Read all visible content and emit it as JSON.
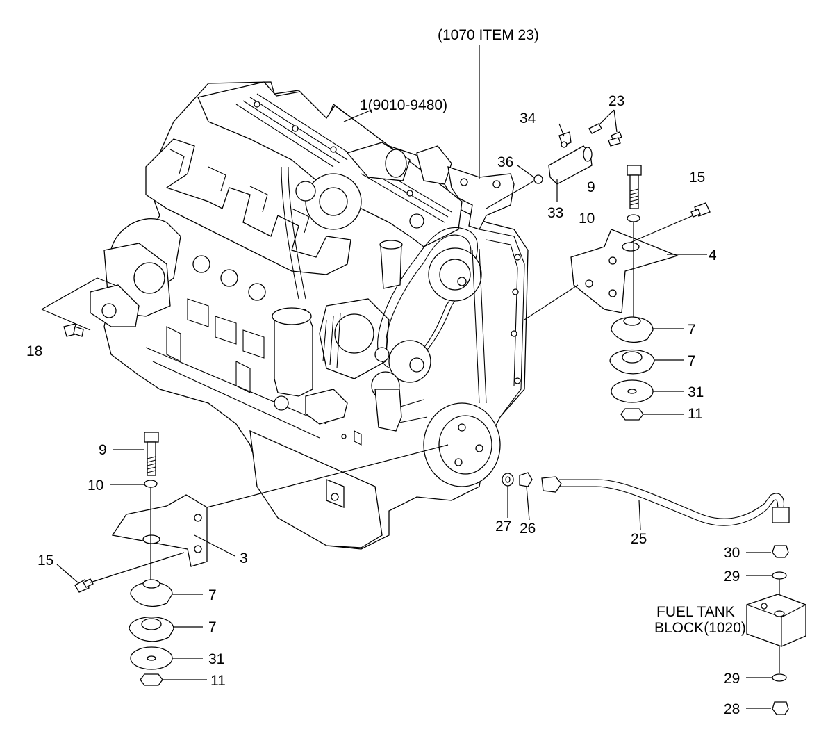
{
  "labels": {
    "ref_1070": "(1070 ITEM 23)",
    "p1": "1(9010-9480)",
    "p23": "23",
    "p34": "34",
    "p36": "36",
    "p33": "33",
    "p9a": "9",
    "p10a": "10",
    "p15a": "15",
    "p4": "4",
    "p7a": "7",
    "p7b": "7",
    "p31a": "31",
    "p11a": "11",
    "p18": "18",
    "p9b": "9",
    "p10b": "10",
    "p15b": "15",
    "p3": "3",
    "p7c": "7",
    "p7d": "7",
    "p31b": "31",
    "p11b": "11",
    "p27": "27",
    "p26": "26",
    "p25": "25",
    "p30": "30",
    "p29a": "29",
    "fuel_tank_1": "FUEL TANK",
    "fuel_tank_2": "BLOCK(1020)",
    "p29b": "29",
    "p28": "28"
  }
}
